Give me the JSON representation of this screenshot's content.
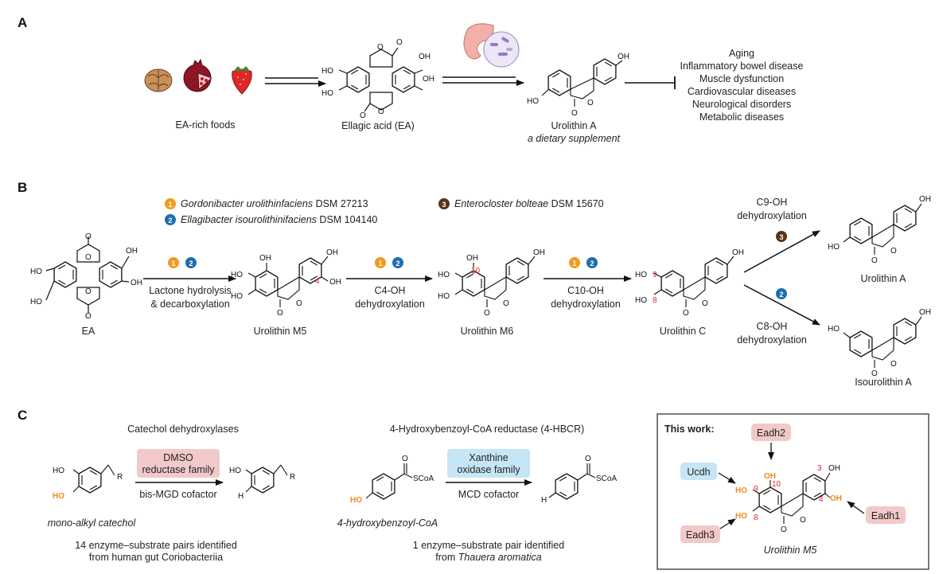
{
  "panels": {
    "a": "A",
    "b": "B",
    "c": "C"
  },
  "panel_a": {
    "foods_label": "EA-rich foods",
    "ea_label": "Ellagic acid (EA)",
    "uroa_label": "Urolithin A",
    "uroa_sub": "a dietary supplement",
    "diseases": [
      "Aging",
      "Inflammatory bowel disease",
      "Muscle dysfunction",
      "Cardiovascular diseases",
      "Neurological disorders",
      "Metabolic diseases"
    ]
  },
  "panel_b": {
    "legend": {
      "b1_num": "1",
      "b1_name": "Gordonibacter urolithinfaciens",
      "b1_strain": "DSM 27213",
      "b2_num": "2",
      "b2_name": "Ellagibacter isourolithinifaciens",
      "b2_strain": "DSM 104140",
      "b3_num": "3",
      "b3_name": "Enterocloster bolteae",
      "b3_strain": "DSM 15670"
    },
    "step1": [
      "Lactone hydrolysis",
      "& decarboxylation"
    ],
    "step2": [
      "C4-OH",
      "dehydroxylation"
    ],
    "step3": [
      "C10-OH",
      "dehydroxylation"
    ],
    "step4": [
      "C9-OH",
      "dehydroxylation"
    ],
    "step5": [
      "C8-OH",
      "dehydroxylation"
    ],
    "compounds": {
      "ea": "EA",
      "m5": "Urolithin M5",
      "m6": "Urolithin M6",
      "c": "Urolithin C",
      "a": "Urolithin A",
      "iso": "Isourolithin A"
    },
    "atom_nums": {
      "n4": "4",
      "n10": "10",
      "n9": "9",
      "n8": "8"
    }
  },
  "panel_c": {
    "cat_title": "Catechol dehydroxylases",
    "dmso_box": [
      "DMSO",
      "reductase family"
    ],
    "cat_cofactor": "bis-MGD cofactor",
    "cat_substrate": "mono-alkyl catechol",
    "cat_pairs": [
      "14 enzyme–substrate pairs identified",
      "from human gut Coriobacteriia"
    ],
    "hbcr_title": "4-Hydroxybenzoyl-CoA reductase (4-HBCR)",
    "xo_box": [
      "Xanthine",
      "oxidase family"
    ],
    "hbcr_cofactor": "MCD cofactor",
    "hbcr_substrate": "4-hydroxybenzoyl-CoA",
    "hbcr_pairs_a": "1 enzyme–substrate pair identified",
    "hbcr_pairs_b": "from",
    "hbcr_pairs_org": "Thauera aromatica",
    "work_title": "This work:",
    "enzymes": {
      "eadh2": "Eadh2",
      "ucdh": "Ucdh",
      "eadh1": "Eadh1",
      "eadh3": "Eadh3"
    },
    "work_compound": "Urolithin M5",
    "work_nums": {
      "n3": "3",
      "n10": "10",
      "n9": "9",
      "n8": "8",
      "n4": "4"
    }
  },
  "atoms": {
    "oh": "OH",
    "ho": "HO",
    "o": "O",
    "r": "R",
    "h": "H",
    "scoa": "SCoA"
  },
  "colors": {
    "numeral_red": "#e0262a",
    "orange_oh": "#f08a1c",
    "badge_orange": "#f39a21",
    "badge_blue": "#1c6fb0",
    "badge_brown": "#5a3414",
    "box_pink": "#f2c9c9",
    "box_blue": "#c6e6f5",
    "arrow": "#111111"
  }
}
